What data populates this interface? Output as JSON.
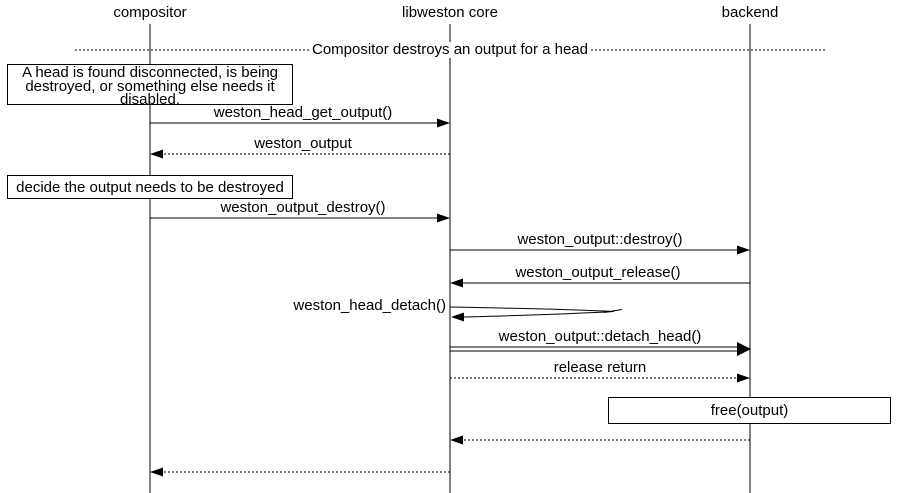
{
  "colors": {
    "line": "#000000",
    "background": "#ffffff",
    "text": "#000000"
  },
  "diagram": {
    "participants": [
      {
        "label": "compositor"
      },
      {
        "label": "libweston core"
      },
      {
        "label": "backend"
      }
    ],
    "divider": {
      "label": "Compositor destroys an output for a head"
    },
    "notes": [
      {
        "text": "A head is found disconnected, is being destroyed, or something else needs it disabled."
      },
      {
        "text": "decide the output needs to be destroyed"
      },
      {
        "text": "free(output)"
      }
    ],
    "messages": [
      {
        "label": "weston_head_get_output()",
        "from": "compositor",
        "to": "libweston core",
        "line": "solid"
      },
      {
        "label": "weston_output",
        "from": "libweston core",
        "to": "compositor",
        "line": "dotted"
      },
      {
        "label": "weston_output_destroy()",
        "from": "compositor",
        "to": "libweston core",
        "line": "solid"
      },
      {
        "label": "weston_output::destroy()",
        "from": "libweston core",
        "to": "backend",
        "line": "solid"
      },
      {
        "label": "weston_output_release()",
        "from": "backend",
        "to": "libweston core",
        "line": "solid"
      },
      {
        "label": "weston_head_detach()",
        "from": "libweston core",
        "to": "libweston core",
        "line": "self"
      },
      {
        "label": "weston_output::detach_head()",
        "from": "libweston core",
        "to": "backend",
        "line": "double-solid"
      },
      {
        "label": "release return",
        "from": "libweston core",
        "to": "backend",
        "line": "dotted"
      },
      {
        "label": "",
        "from": "backend",
        "to": "libweston core",
        "line": "dotted"
      },
      {
        "label": "",
        "from": "libweston core",
        "to": "compositor",
        "line": "dotted"
      }
    ]
  }
}
